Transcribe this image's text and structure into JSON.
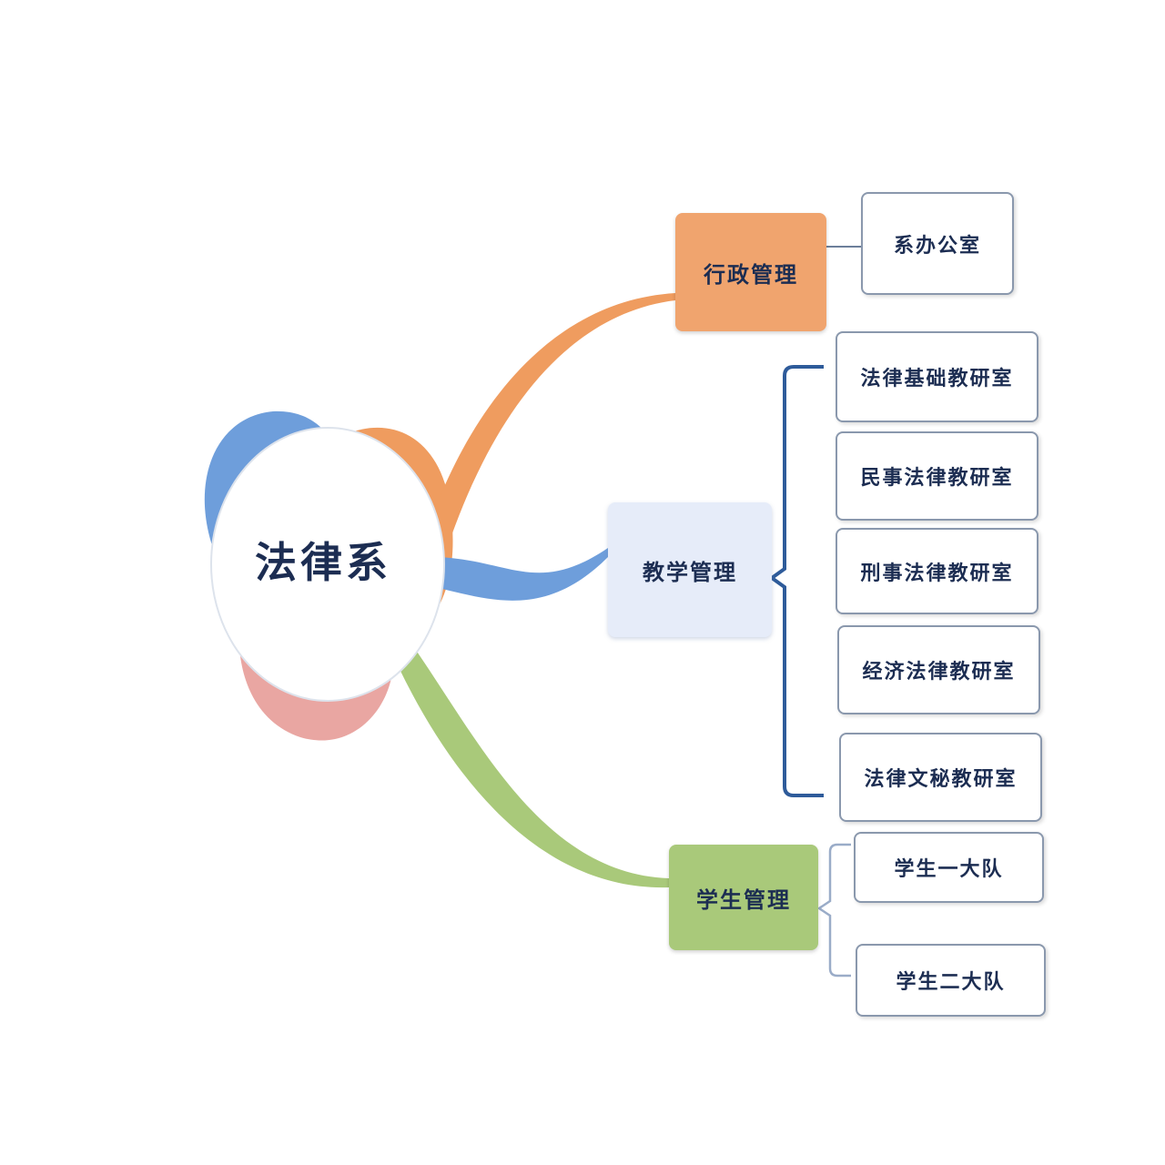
{
  "root": {
    "label": "法律系",
    "petal_colors": {
      "blue": "#6e9edb",
      "orange": "#ef9c5f",
      "pink": "#e9a6a2",
      "green": "#a9c97a"
    }
  },
  "branches": [
    {
      "label": "行政管理",
      "color": "#f0a46e",
      "children": [
        "系办公室"
      ]
    },
    {
      "label": "教学管理",
      "color": "#e6ecf9",
      "children": [
        "法律基础教研室",
        "民事法律教研室",
        "刑事法律教研室",
        "经济法律教研室",
        "法律文秘教研室"
      ]
    },
    {
      "label": "学生管理",
      "color": "#a9c97a",
      "children": [
        "学生一大队",
        "学生二大队"
      ]
    }
  ],
  "connector_colors": {
    "bracket": "#2e5b9a",
    "bracket_light": "#9aacc8",
    "line": "#6c7f9a"
  }
}
